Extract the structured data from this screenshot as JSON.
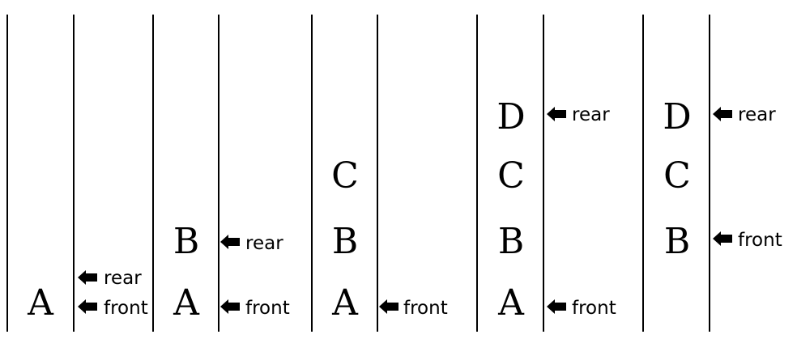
{
  "queues": [
    {
      "items": [
        "A"
      ],
      "front_label": "front",
      "rear_label": "rear"
    },
    {
      "items": [
        "A",
        "B"
      ],
      "front_label": "front",
      "rear_label": "rear"
    },
    {
      "items": [
        "A",
        "B",
        "C"
      ],
      "front_label": "front",
      "rear_label": ""
    },
    {
      "items": [
        "A",
        "B",
        "C",
        "D"
      ],
      "front_label": "front",
      "rear_label": "rear"
    },
    {
      "items": [
        "",
        "B",
        "C",
        "D"
      ],
      "front_label": "front",
      "rear_label": "rear"
    }
  ]
}
